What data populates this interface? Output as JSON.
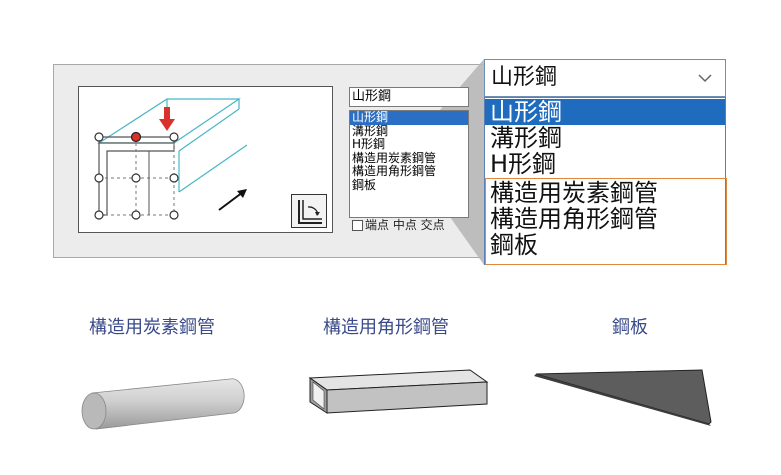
{
  "small_dropdown": {
    "selected": "山形鋼",
    "options": [
      "山形鋼",
      "溝形鋼",
      "H形鋼",
      "構造用炭素鋼管",
      "構造用角形鋼管",
      "鋼板"
    ],
    "footer_text": "端点 中点 交点"
  },
  "big_dropdown": {
    "selected": "山形鋼",
    "options": [
      "山形鋼",
      "溝形鋼",
      "H形鋼",
      "構造用炭素鋼管",
      "構造用角形鋼管",
      "鋼板"
    ],
    "chevron_icon": "chevron-down-icon"
  },
  "captions": {
    "pipe": "構造用炭素鋼管",
    "square_pipe": "構造用角形鋼管",
    "plate": "鋼板"
  },
  "colors": {
    "accent": "#1f6bbd",
    "highlight_border": "#e0873e",
    "caption": "#3a4a8a",
    "arrow": "#d9322b"
  }
}
